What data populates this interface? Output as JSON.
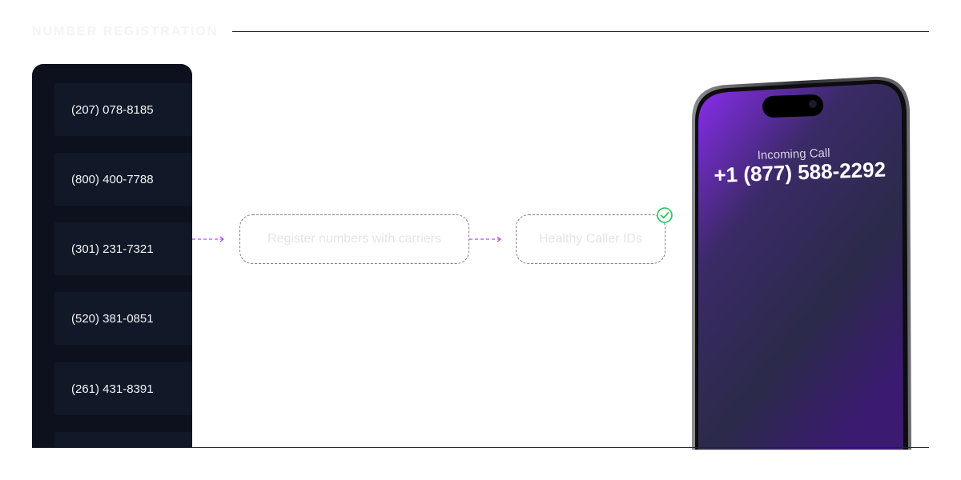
{
  "header": {
    "title": "NUMBER REGISTRATION"
  },
  "numbers": [
    "(207) 078-8185",
    "(800) 400-7788",
    "(301) 231-7321",
    "(520) 381-0851",
    "(261) 431-8391"
  ],
  "flow": {
    "step1_label": "Register numbers with carriers",
    "step2_label": "Healthy Caller IDs",
    "check_icon": "check-circle-icon",
    "connector_color": "#b84cf0",
    "check_color": "#22c55e"
  },
  "phone": {
    "incoming_label": "Incoming Call",
    "incoming_number": "+1 (877) 588-2292",
    "screen_color_top": "#8b2cf2",
    "screen_color_bottom": "#3b1a72"
  }
}
